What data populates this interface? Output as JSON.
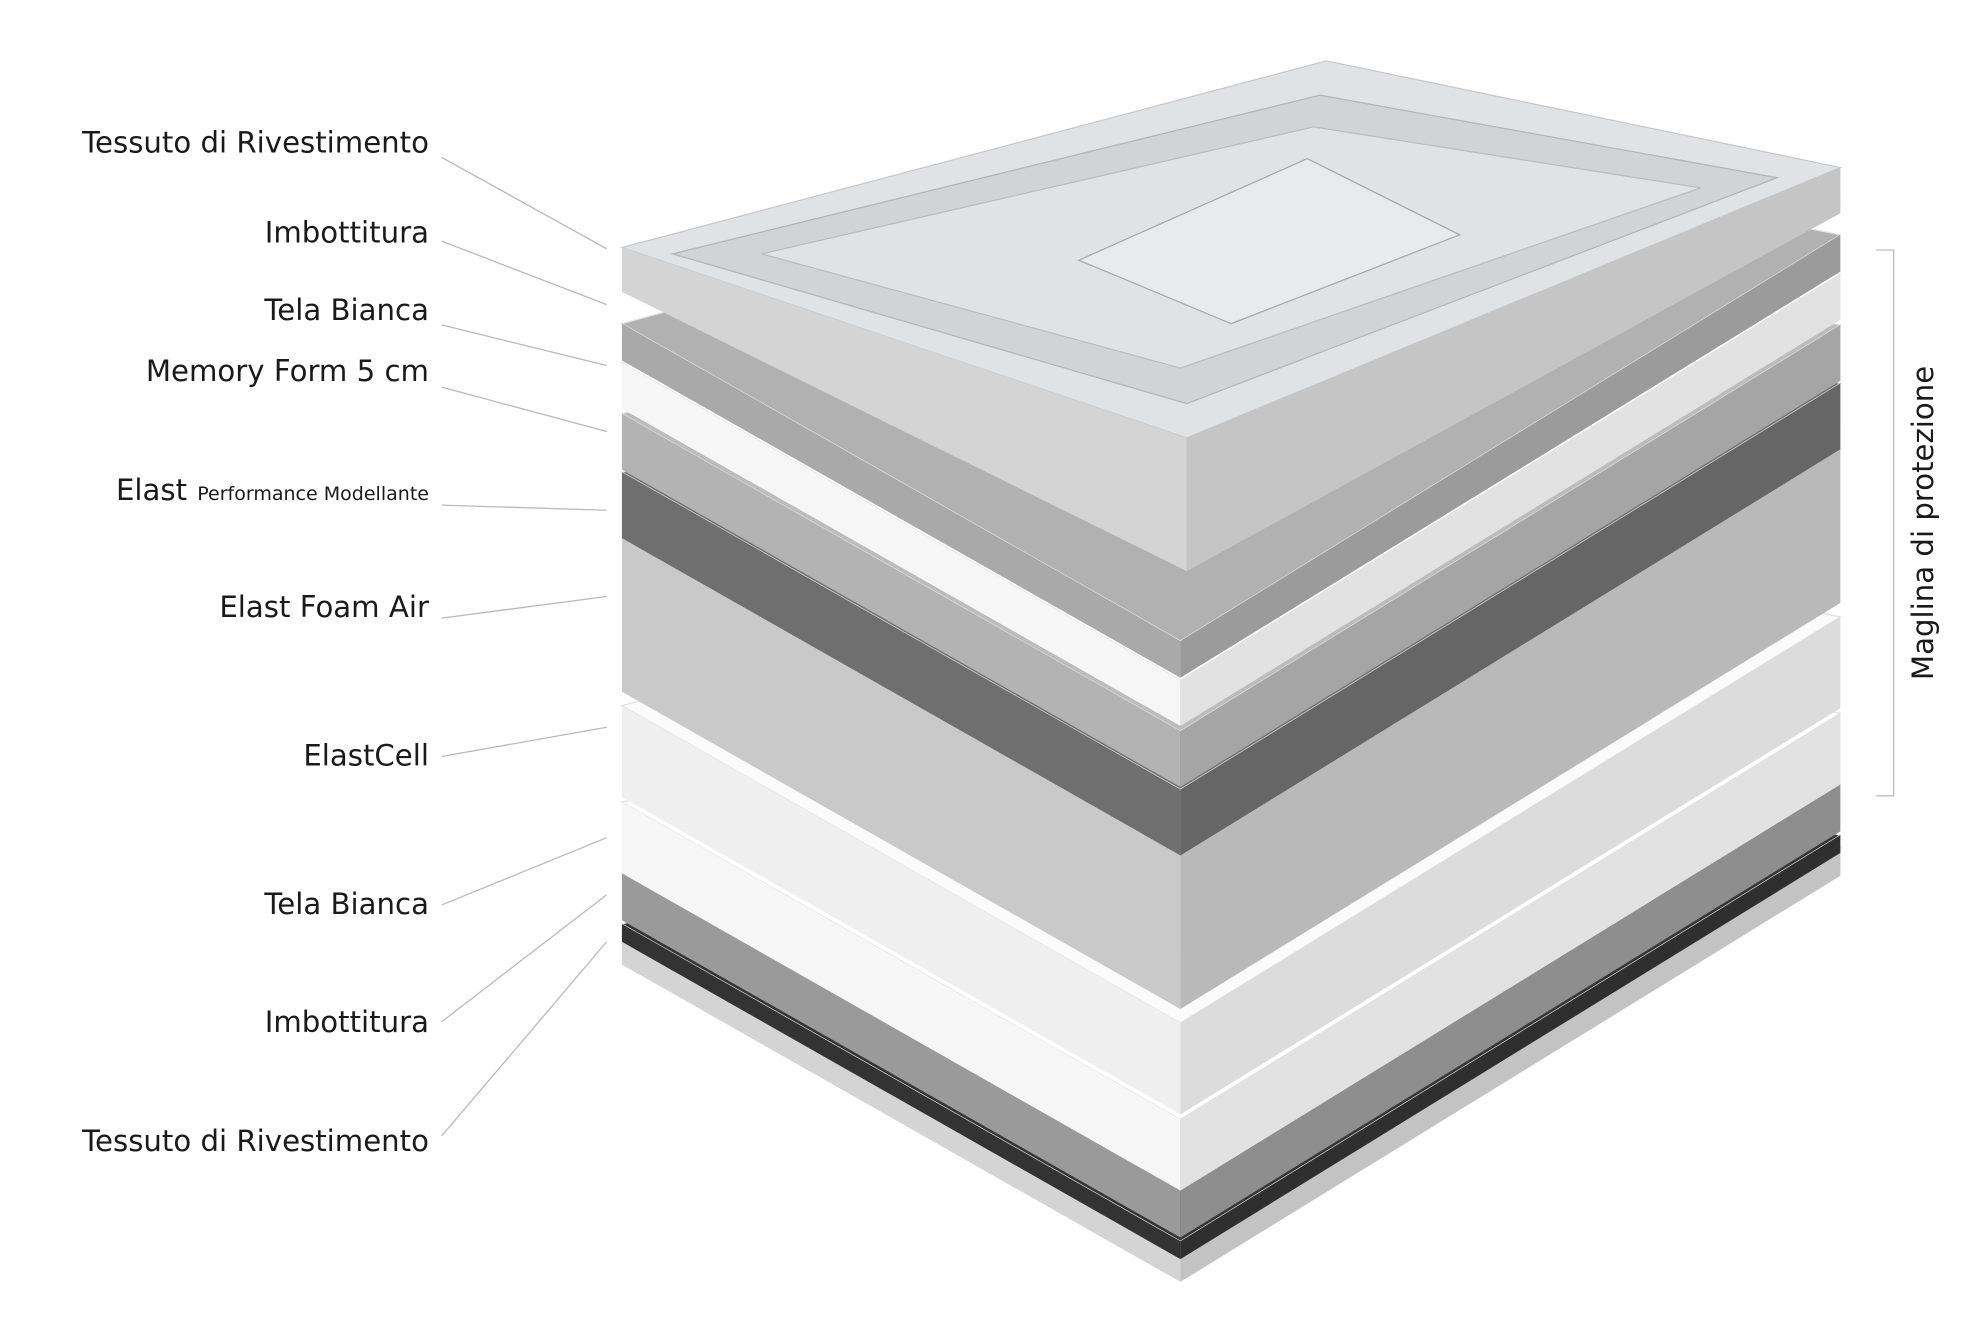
{
  "labels": [
    "Tessuto di Rivestimento",
    "Imbottitura",
    "Tela Bianca",
    "Memory Form 5 cm",
    "Elast",
    "Elast Foam Air",
    "ElastCell",
    "Tela Bianca",
    "Imbottitura",
    "Tessuto di Rivestimento"
  ],
  "elast_sub": "Performance Modellante",
  "bracket_label": "Maglina di protezione",
  "colors": {
    "cover": "#d4d4d4",
    "cover_top": "#dfe3e6",
    "padding": "#a9a9a9",
    "white_cloth": "#f6f6f6",
    "memory": "#b3b3b3",
    "performance": "#6f6f6f",
    "foam_air": "#c9c9c9",
    "elastcell": "#efefef",
    "bottom_padding": "#9a9a9a",
    "bottom_dark": "#333333"
  }
}
